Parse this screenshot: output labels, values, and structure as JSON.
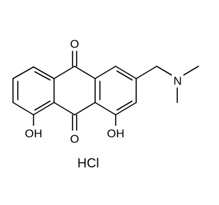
{
  "molecule": {
    "atom_labels": {
      "o_top": "O",
      "o_mid": "O",
      "n": "N",
      "oh_left": "OH",
      "oh_right": "OH"
    },
    "salt": "HCl"
  }
}
